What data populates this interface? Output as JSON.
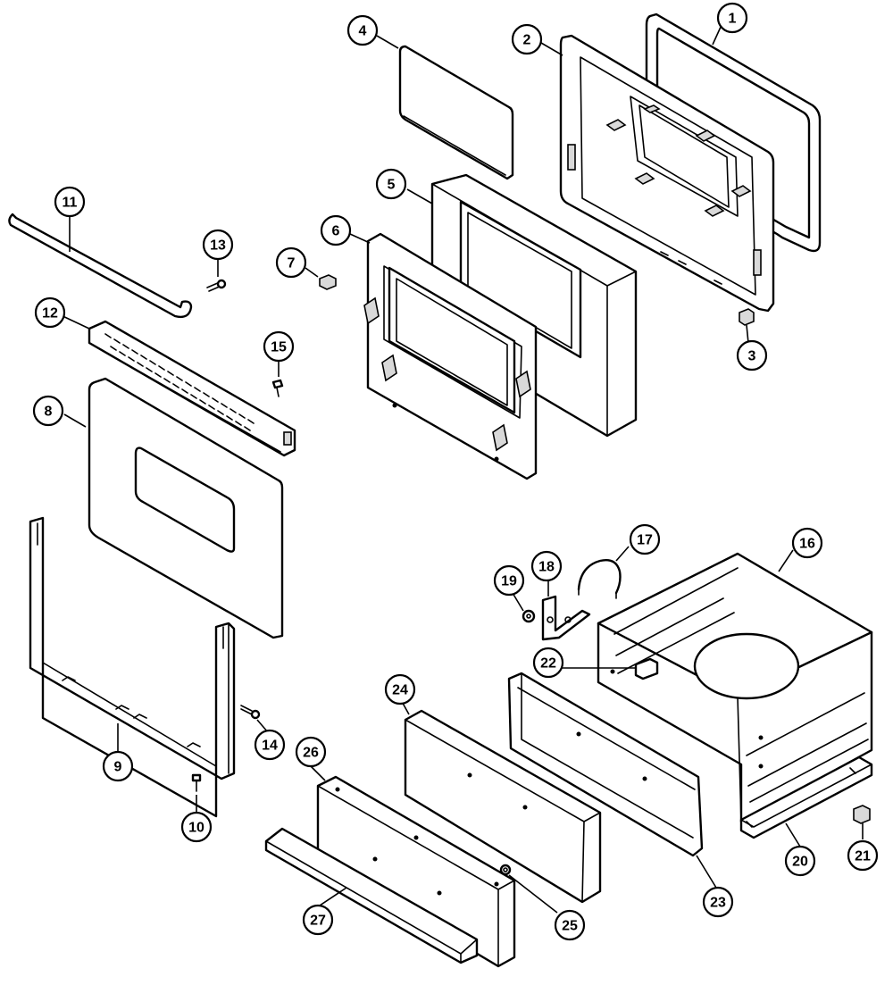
{
  "callouts": [
    {
      "label": "1"
    },
    {
      "label": "2"
    },
    {
      "label": "3"
    },
    {
      "label": "4"
    },
    {
      "label": "5"
    },
    {
      "label": "6"
    },
    {
      "label": "7"
    },
    {
      "label": "8"
    },
    {
      "label": "9"
    },
    {
      "label": "10"
    },
    {
      "label": "11"
    },
    {
      "label": "12"
    },
    {
      "label": "13"
    },
    {
      "label": "14"
    },
    {
      "label": "15"
    },
    {
      "label": "16"
    },
    {
      "label": "17"
    },
    {
      "label": "18"
    },
    {
      "label": "19"
    },
    {
      "label": "20"
    },
    {
      "label": "21"
    },
    {
      "label": "22"
    },
    {
      "label": "23"
    },
    {
      "label": "24"
    },
    {
      "label": "25"
    },
    {
      "label": "26"
    },
    {
      "label": "27"
    }
  ],
  "colors": {
    "line": "#000000",
    "background": "#ffffff",
    "shade": "#d9d9d9"
  }
}
